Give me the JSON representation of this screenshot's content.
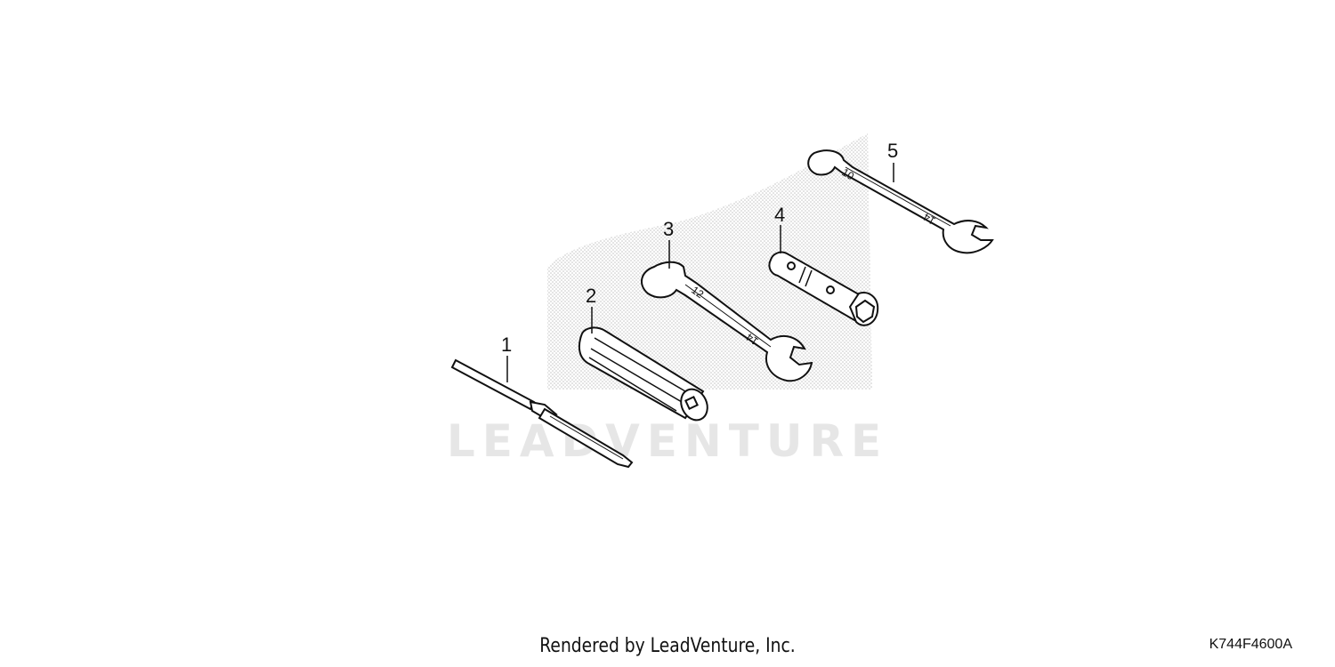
{
  "diagram": {
    "callouts": [
      {
        "id": "1",
        "part": "screwdriver"
      },
      {
        "id": "2",
        "part": "handle"
      },
      {
        "id": "3",
        "part": "wrench-12x14"
      },
      {
        "id": "4",
        "part": "plug-wrench"
      },
      {
        "id": "5",
        "part": "wrench-10x14"
      }
    ],
    "wrench_markings": {
      "wrench3_end1": "12",
      "wrench3_end2": "14",
      "wrench5_end1": "10",
      "wrench5_end2": "14"
    },
    "watermark": "LEADVENTURE",
    "colors": {
      "ink": "#111111",
      "watermark": "#e6e6e6",
      "stipple": "#bdbdbd"
    }
  },
  "footer": {
    "credit": "Rendered by LeadVenture, Inc.",
    "code": "K744F4600A"
  }
}
